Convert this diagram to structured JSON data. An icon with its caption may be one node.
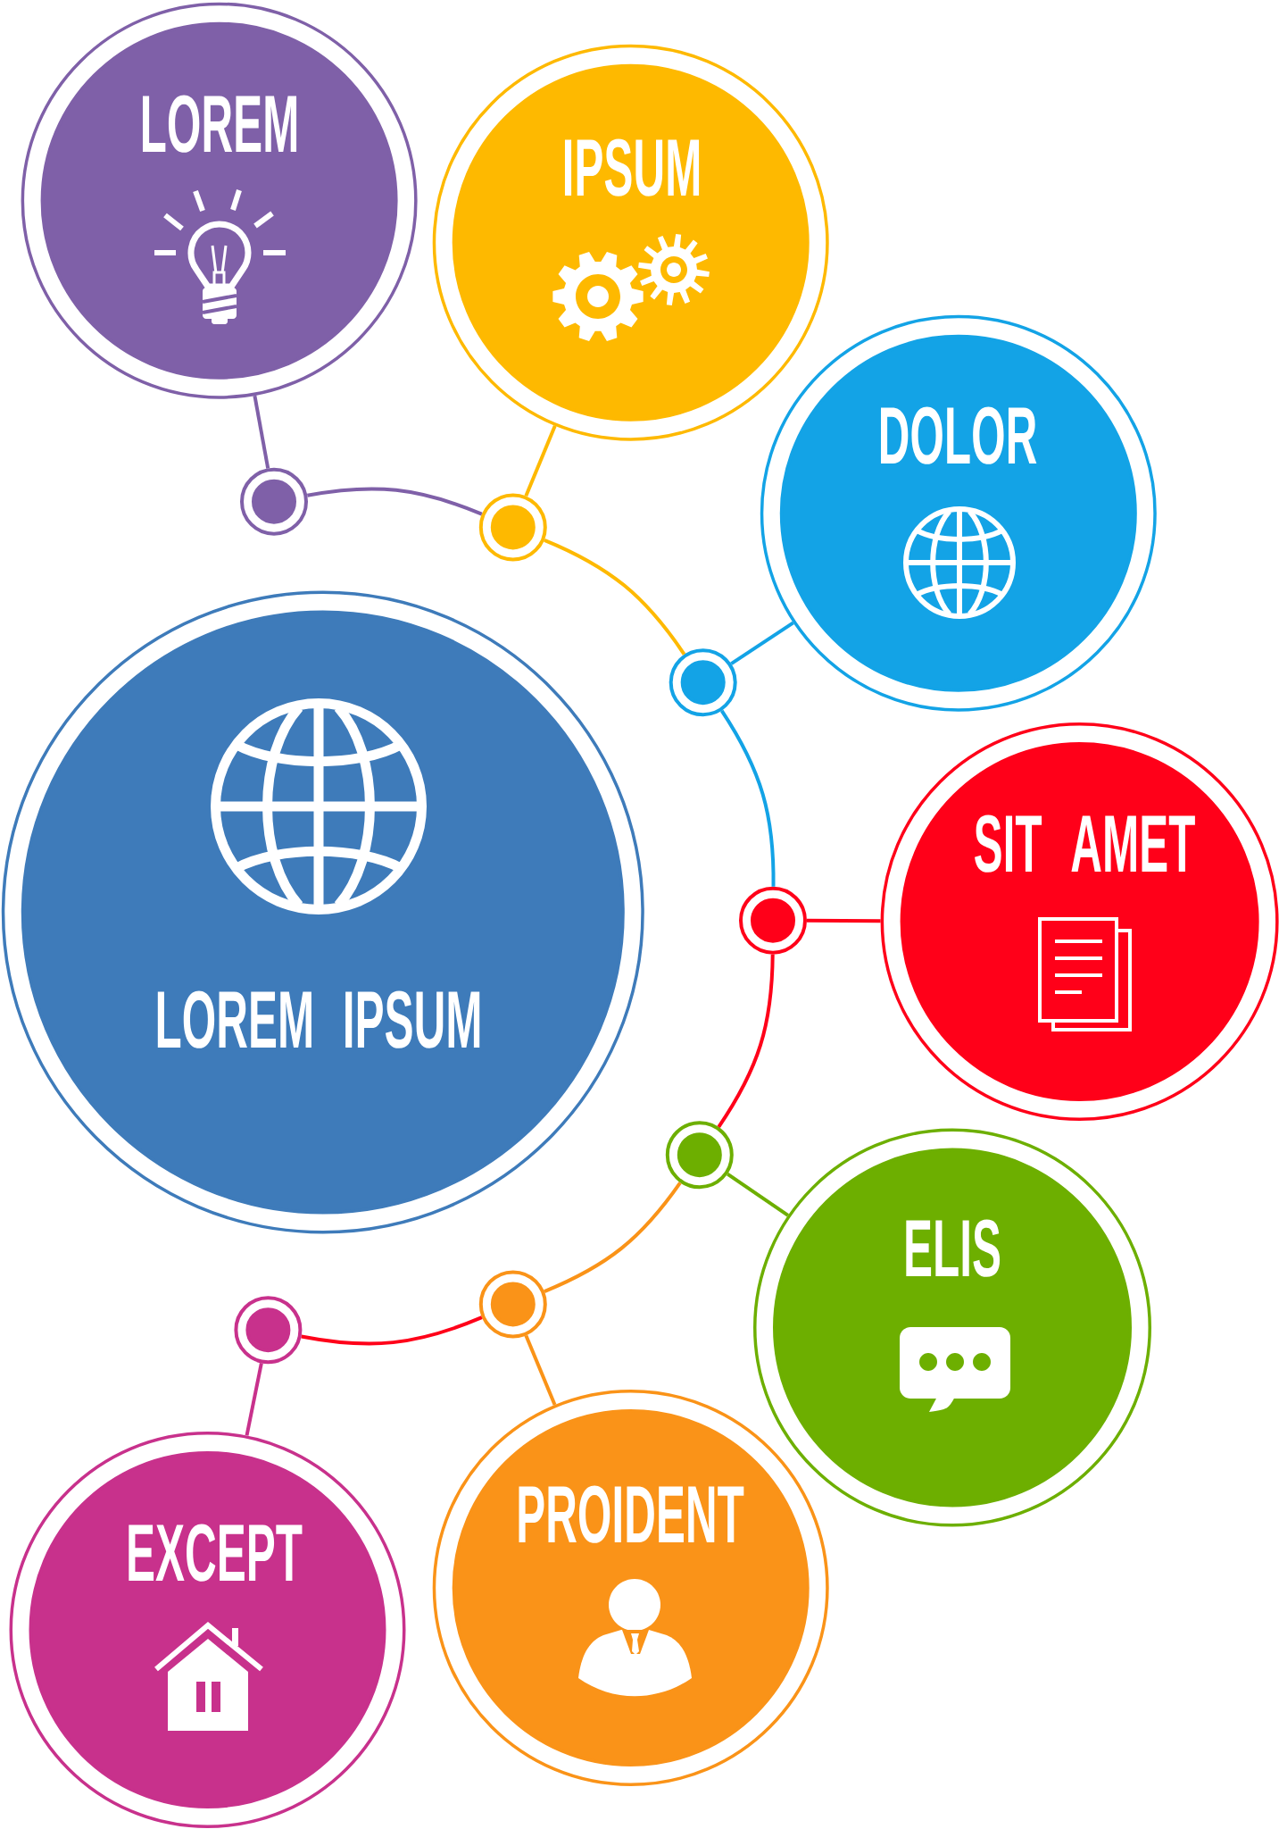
{
  "diagram": {
    "nodes": [
      {
        "text": [
          "LOREM"
        ]
      },
      {
        "text": [
          "IPSUM"
        ]
      },
      {
        "text": [
          "DOLOR"
        ]
      },
      {
        "text": [
          "LOREM IPSUM"
        ]
      },
      {
        "text": [
          "SIT AMET"
        ]
      },
      {
        "text": [
          "ELIS"
        ]
      },
      {
        "text": [
          "EXCEPT"
        ]
      },
      {
        "text": [
          "PROIDENT"
        ]
      },
      {
        "text": [],
        "shape": "circle"
      },
      {
        "text": [],
        "shape": "circle"
      },
      {
        "text": [],
        "shape": "circle"
      },
      {
        "text": [],
        "shape": "circle"
      },
      {
        "text": [],
        "shape": "circle"
      },
      {
        "text": [],
        "shape": "circle"
      },
      {
        "text": [],
        "shape": "circle"
      }
    ],
    "edges": [
      {
        "from": 8,
        "to": 9,
        "arrow": "none",
        "color": "#7f60a8"
      },
      {
        "from": 9,
        "to": 10,
        "arrow": "none",
        "color": "#feb900"
      },
      {
        "from": 10,
        "to": 11,
        "arrow": "none",
        "color": "#13a3e6"
      },
      {
        "from": 11,
        "to": 12,
        "arrow": "none",
        "color": "#ff0019"
      },
      {
        "from": 12,
        "to": 13,
        "arrow": "none",
        "color": "#fa9318"
      },
      {
        "from": 13,
        "to": 14,
        "arrow": "none",
        "color": "#ff0019"
      },
      {
        "from": 8,
        "to": 0,
        "arrow": "none",
        "color": "#7f60a8"
      },
      {
        "from": 9,
        "to": 1,
        "arrow": "none",
        "color": "#feb900"
      },
      {
        "from": 10,
        "to": 2,
        "arrow": "none",
        "color": "#13a3e6"
      },
      {
        "from": 11,
        "to": 4,
        "arrow": "none",
        "color": "#ff0019"
      },
      {
        "from": 12,
        "to": 5,
        "arrow": "none",
        "color": "#6daf00"
      },
      {
        "from": 13,
        "to": 7,
        "arrow": "none",
        "color": "#fa9318"
      },
      {
        "from": 14,
        "to": 6,
        "arrow": "none",
        "color": "#c8318c"
      }
    ]
  }
}
